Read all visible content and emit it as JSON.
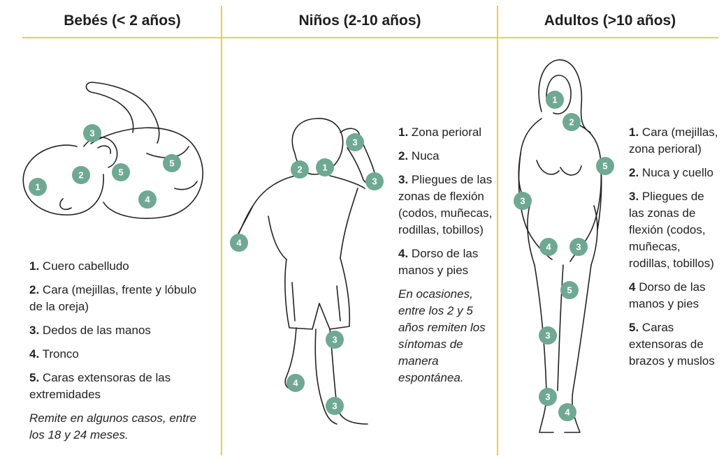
{
  "columns": [
    {
      "title": "Bebés (< 2 años)",
      "items": [
        {
          "num": "1.",
          "text": "Cuero cabelludo"
        },
        {
          "num": "2.",
          "text": "Cara (mejillas, frente y lóbulo de la oreja)"
        },
        {
          "num": "3.",
          "text": "Dedos de las manos"
        },
        {
          "num": "4.",
          "text": "Tronco"
        },
        {
          "num": "5.",
          "text": "Caras extensoras de las extremidades"
        }
      ],
      "note": "Remite en algunos casos, entre los 18 y 24 meses."
    },
    {
      "title": "Niños (2-10 años)",
      "items": [
        {
          "num": "1.",
          "text": "Zona perioral"
        },
        {
          "num": "2.",
          "text": "Nuca"
        },
        {
          "num": "3.",
          "text": "Pliegues de las zonas de flexión (codos, muñecas, rodillas, tobillos)"
        },
        {
          "num": "4.",
          "text": "Dorso de las manos y pies"
        }
      ],
      "note": "En ocasiones, entre los 2 y 5 años remiten los síntomas de manera espontánea."
    },
    {
      "title": "Adultos (>10 años)",
      "items": [
        {
          "num": "1.",
          "text": "Cara (mejillas, zona perioral)"
        },
        {
          "num": "2.",
          "text": "Nuca y cuello"
        },
        {
          "num": "3.",
          "text": "Pliegues de las zonas de flexión (codos, muñecas, rodillas, tobillos)"
        },
        {
          "num": "4",
          "text": "Dorso de las manos y pies"
        },
        {
          "num": "5.",
          "text": "Caras extensoras de brazos y muslos"
        }
      ]
    }
  ],
  "badges": {
    "baby": [
      "1",
      "2",
      "3",
      "5",
      "5",
      "4"
    ],
    "child": [
      "2",
      "1",
      "3",
      "3",
      "4",
      "3",
      "4",
      "3"
    ],
    "adult": [
      "1",
      "2",
      "5",
      "3",
      "4",
      "3",
      "5",
      "3",
      "3",
      "4"
    ]
  },
  "colors": {
    "accent_line": "#f2d027",
    "badge": "#6fa893"
  }
}
